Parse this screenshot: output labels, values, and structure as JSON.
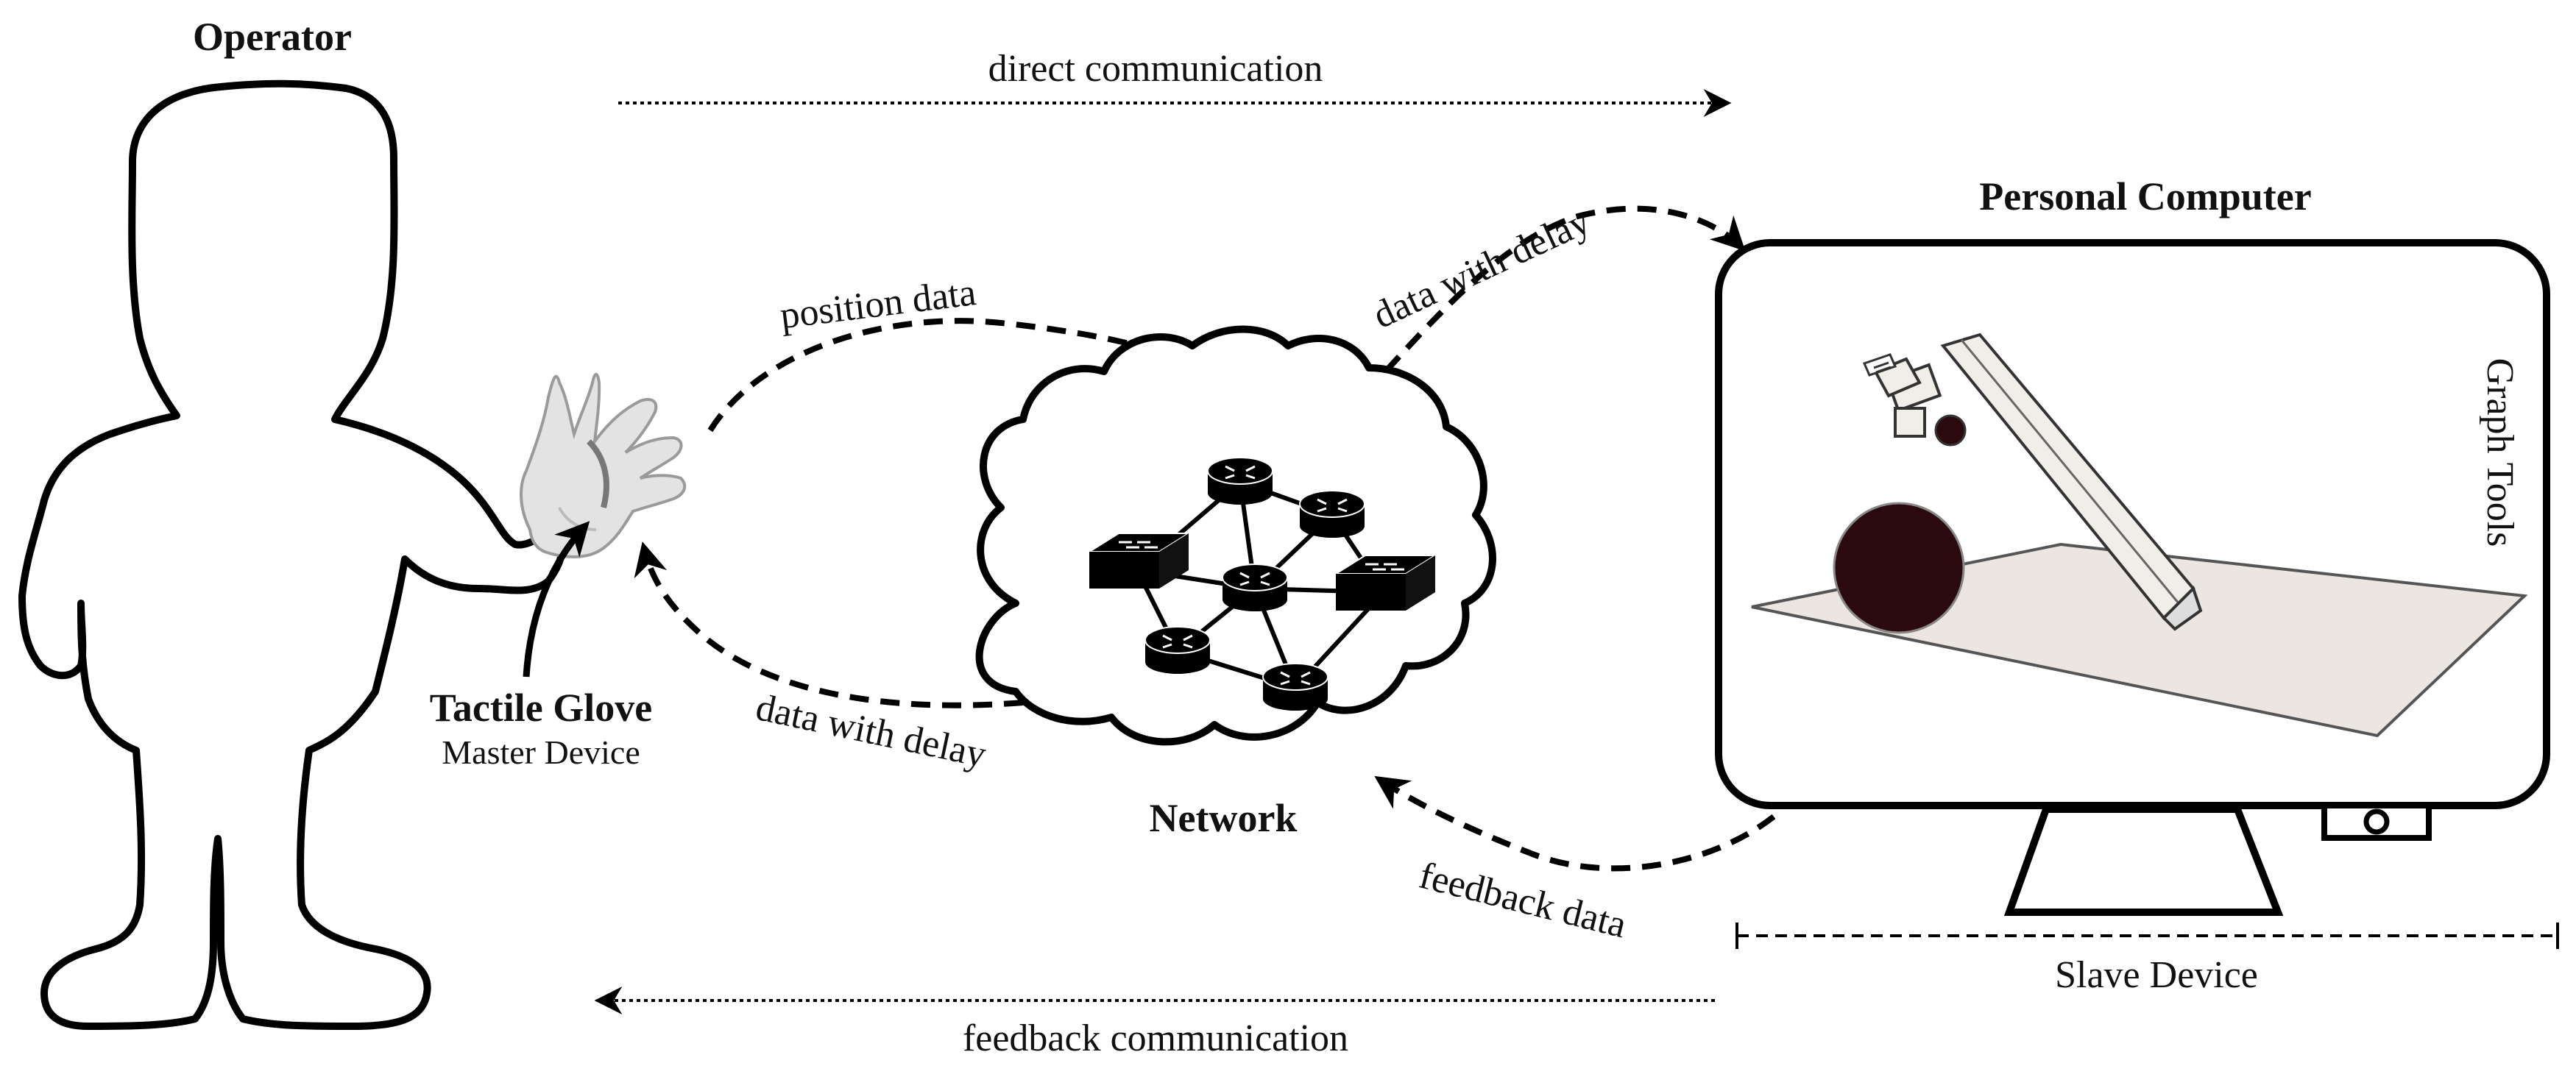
{
  "labels": {
    "operator": "Operator",
    "direct_communication": "direct communication",
    "feedback_communication": "feedback communication",
    "position_data": "position data",
    "data_with_delay_top": "data with delay",
    "data_with_delay_bottom": "data with delay",
    "feedback_data": "feedback data",
    "network": "Network",
    "personal_computer": "Personal Computer",
    "graph_tools": "Graph Tools",
    "tactile_glove": "Tactile Glove",
    "master_device": "Master Device",
    "slave_device": "Slave Device"
  },
  "icons": {
    "operator": "person-silhouette-icon",
    "glove": "glove-icon",
    "cloud": "cloud-icon",
    "router": "router-icon",
    "switch": "switch-icon",
    "monitor": "monitor-icon",
    "camera": "camera-icon",
    "robot_arm": "robot-arm-icon",
    "ball": "ball-icon"
  },
  "colors": {
    "stroke": "#000000",
    "glove_fill": "#e3e3e3",
    "floor_fill": "#ece6e2",
    "ball_fill": "#2a0a0e",
    "arm_fill": "#f1eeea"
  }
}
